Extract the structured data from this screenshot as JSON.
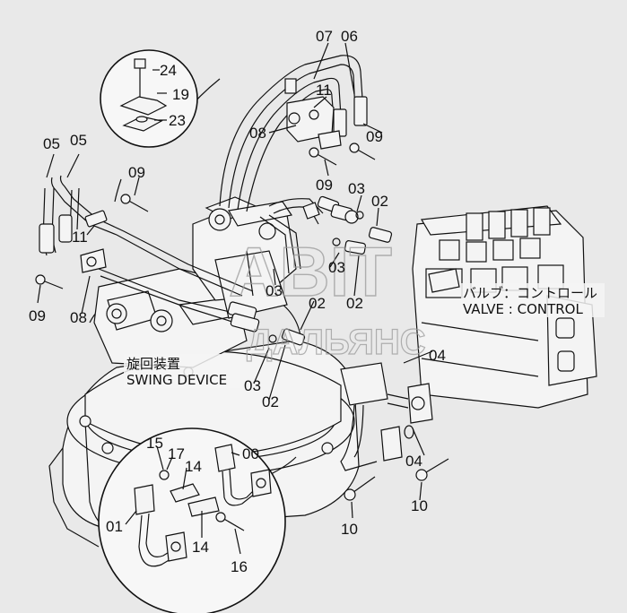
{
  "labels": {
    "l_07": "07",
    "l_06": "06",
    "l_24": "24",
    "l_19": "19",
    "l_23": "23",
    "l_05a": "05",
    "l_05b": "05",
    "l_11a": "11",
    "l_08a": "08",
    "l_09a": "09",
    "l_09b": "09",
    "l_03a": "03",
    "l_02a": "02",
    "l_09c": "09",
    "l_11b": "11",
    "l_09d": "09",
    "l_08b": "08",
    "l_03b": "03",
    "l_02b": "02",
    "l_03c": "03",
    "l_02c": "02",
    "l_04a": "04",
    "l_03d": "03",
    "l_02d": "02",
    "l_15": "15",
    "l_17": "17",
    "l_00": "00",
    "l_14a": "14",
    "l_04b": "04",
    "l_10a": "10",
    "l_10b": "10",
    "l_01": "01",
    "l_14b": "14",
    "l_16": "16"
  },
  "captions": {
    "valve_jp": "バルブ：コントロール",
    "valve_en": "VALVE : CONTROL",
    "swing_jp": "旋回装置",
    "swing_en": "SWING DEVICE"
  },
  "watermark": {
    "line1": "ABIT",
    "line2": "ДАЛЬЯНС"
  }
}
